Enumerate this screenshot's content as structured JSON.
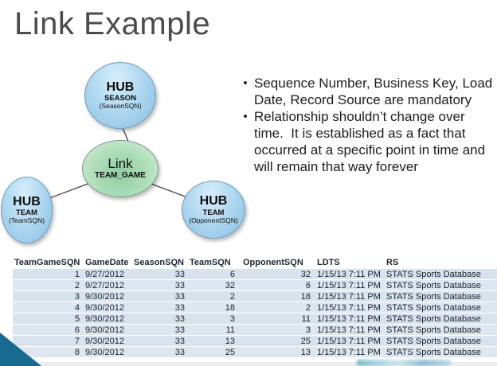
{
  "slide": {
    "title": "Link Example"
  },
  "diagram": {
    "hub_season": {
      "title": "HUB",
      "subtitle": "SEASON",
      "key": "(SeasonSQN)"
    },
    "link": {
      "title": "Link",
      "subtitle": "TEAM_GAME"
    },
    "hub_team": {
      "title": "HUB",
      "subtitle": "TEAM",
      "key": "(TeamSQN)"
    },
    "hub_opponent": {
      "title": "HUB",
      "subtitle": "TEAM",
      "key": "(OpponentSQN)"
    }
  },
  "bullets": {
    "marker": "•",
    "items": [
      "Sequence Number, Business Key, Load Date, Record Source are mandatory",
      "Relationship shouldn’t change over time.  It is established as a fact that occurred at a specific point in time and will remain that way forever"
    ]
  },
  "table": {
    "columns": [
      "TeamGameSQN",
      "GameDate",
      "SeasonSQN",
      "TeamSQN",
      "OpponentSQN",
      "LDTS",
      "RS"
    ],
    "rows": [
      [
        "1",
        "9/27/2012",
        "33",
        "6",
        "32",
        "1/15/13 7:11 PM",
        "STATS Sports Database"
      ],
      [
        "2",
        "9/27/2012",
        "33",
        "32",
        "6",
        "1/15/13 7:11 PM",
        "STATS Sports Database"
      ],
      [
        "3",
        "9/30/2012",
        "33",
        "2",
        "18",
        "1/15/13 7:11 PM",
        "STATS Sports Database"
      ],
      [
        "4",
        "9/30/2012",
        "33",
        "18",
        "2",
        "1/15/13 7:11 PM",
        "STATS Sports Database"
      ],
      [
        "5",
        "9/30/2012",
        "33",
        "3",
        "11",
        "1/15/13 7:11 PM",
        "STATS Sports Database"
      ],
      [
        "6",
        "9/30/2012",
        "33",
        "11",
        "3",
        "1/15/13 7:11 PM",
        "STATS Sports Database"
      ],
      [
        "7",
        "9/30/2012",
        "33",
        "13",
        "25",
        "1/15/13 7:11 PM",
        "STATS Sports Database"
      ],
      [
        "8",
        "9/30/2012",
        "33",
        "25",
        "13",
        "1/15/13 7:11 PM",
        "STATS Sports Database"
      ]
    ]
  },
  "colors": {
    "hub_fill": "#a9d4ee",
    "link_fill": "#8fce9f",
    "triangle": "#186a90",
    "row_bg": "#d9e3ee",
    "row_bg_alt": "#dee7f1",
    "title_text": "#4c4c4c"
  }
}
